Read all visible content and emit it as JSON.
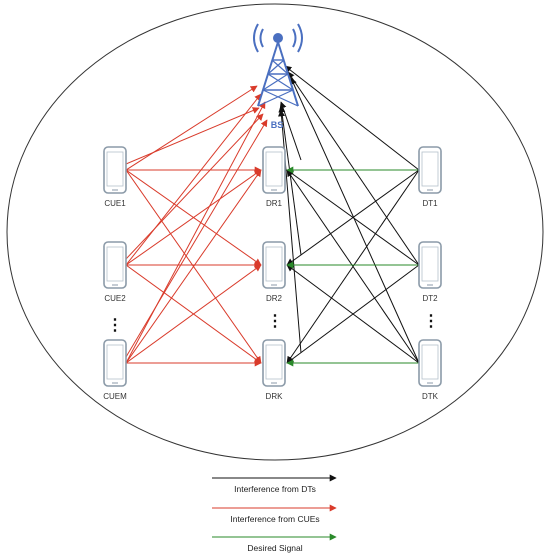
{
  "colors": {
    "dt_interference": "#111111",
    "cue_interference": "#d93b2b",
    "desired": "#2a8a2a",
    "device": "#8b9aa8",
    "tower": "#4a6fc0"
  },
  "base_station": {
    "label": "BS",
    "icon": "cell-tower-icon"
  },
  "cue": {
    "labels": [
      "CUE1",
      "CUE2",
      "CUEM"
    ],
    "ellipsis": "⋮"
  },
  "dr": {
    "labels": [
      "DR1",
      "DR2",
      "DRK"
    ],
    "ellipsis": "⋮"
  },
  "dt": {
    "labels": [
      "DT1",
      "DT2",
      "DTK"
    ],
    "ellipsis": "⋮"
  },
  "legend": {
    "items": [
      {
        "label": "Interference from DTs",
        "kind": "dt"
      },
      {
        "label": "Interference from CUEs",
        "kind": "cue"
      },
      {
        "label": "Desired Signal",
        "kind": "desired"
      }
    ]
  }
}
